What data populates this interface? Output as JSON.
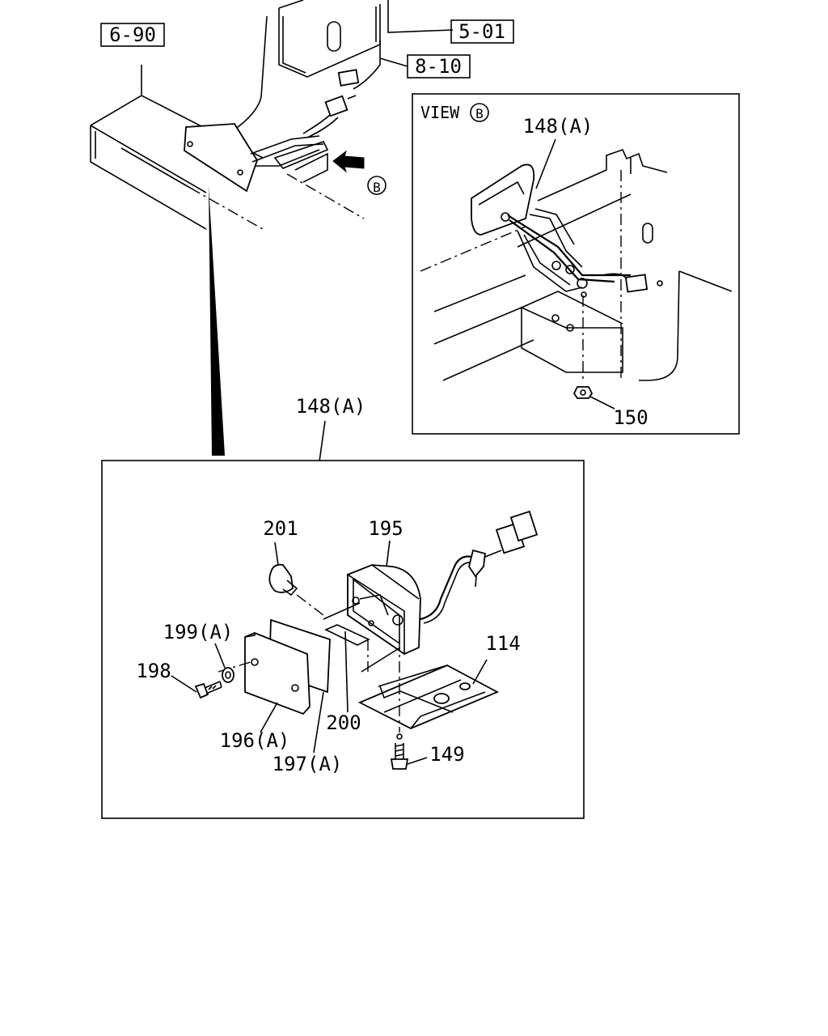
{
  "refs": {
    "ref_690": "6-90",
    "ref_501": "5-01",
    "ref_810": "8-10"
  },
  "view": {
    "prefix": "VIEW",
    "letter": "B"
  },
  "arrow_letter": "B",
  "parts": {
    "p148a_view": "148(A)",
    "p150": "150",
    "p148a_detail": "148(A)",
    "p201": "201",
    "p195": "195",
    "p199a": "199(A)",
    "p198": "198",
    "p114": "114",
    "p200": "200",
    "p196a": "196(A)",
    "p197a": "197(A)",
    "p149": "149"
  }
}
